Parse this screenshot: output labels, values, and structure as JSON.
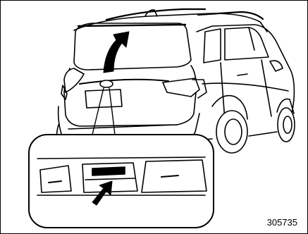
{
  "figure": {
    "number": "305735"
  },
  "illustration": {
    "vehicle": "suv-rear-three-quarter",
    "action": "open-rear-gate",
    "colors": {
      "line": "#000000",
      "fill": "#ffffff",
      "inset_fill": "#f2f2f2"
    }
  }
}
